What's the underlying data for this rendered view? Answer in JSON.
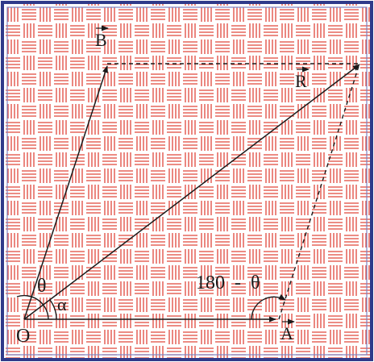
{
  "labels": {
    "origin": "O",
    "vec_a": "A",
    "vec_b": "B",
    "vec_r": "R",
    "theta": "θ",
    "alpha": "α",
    "supplement_angle": "180  -  θ"
  },
  "colors": {
    "frame": "#2f3a8a",
    "weave": "#e0463a",
    "ink": "#1a1a1a"
  }
}
